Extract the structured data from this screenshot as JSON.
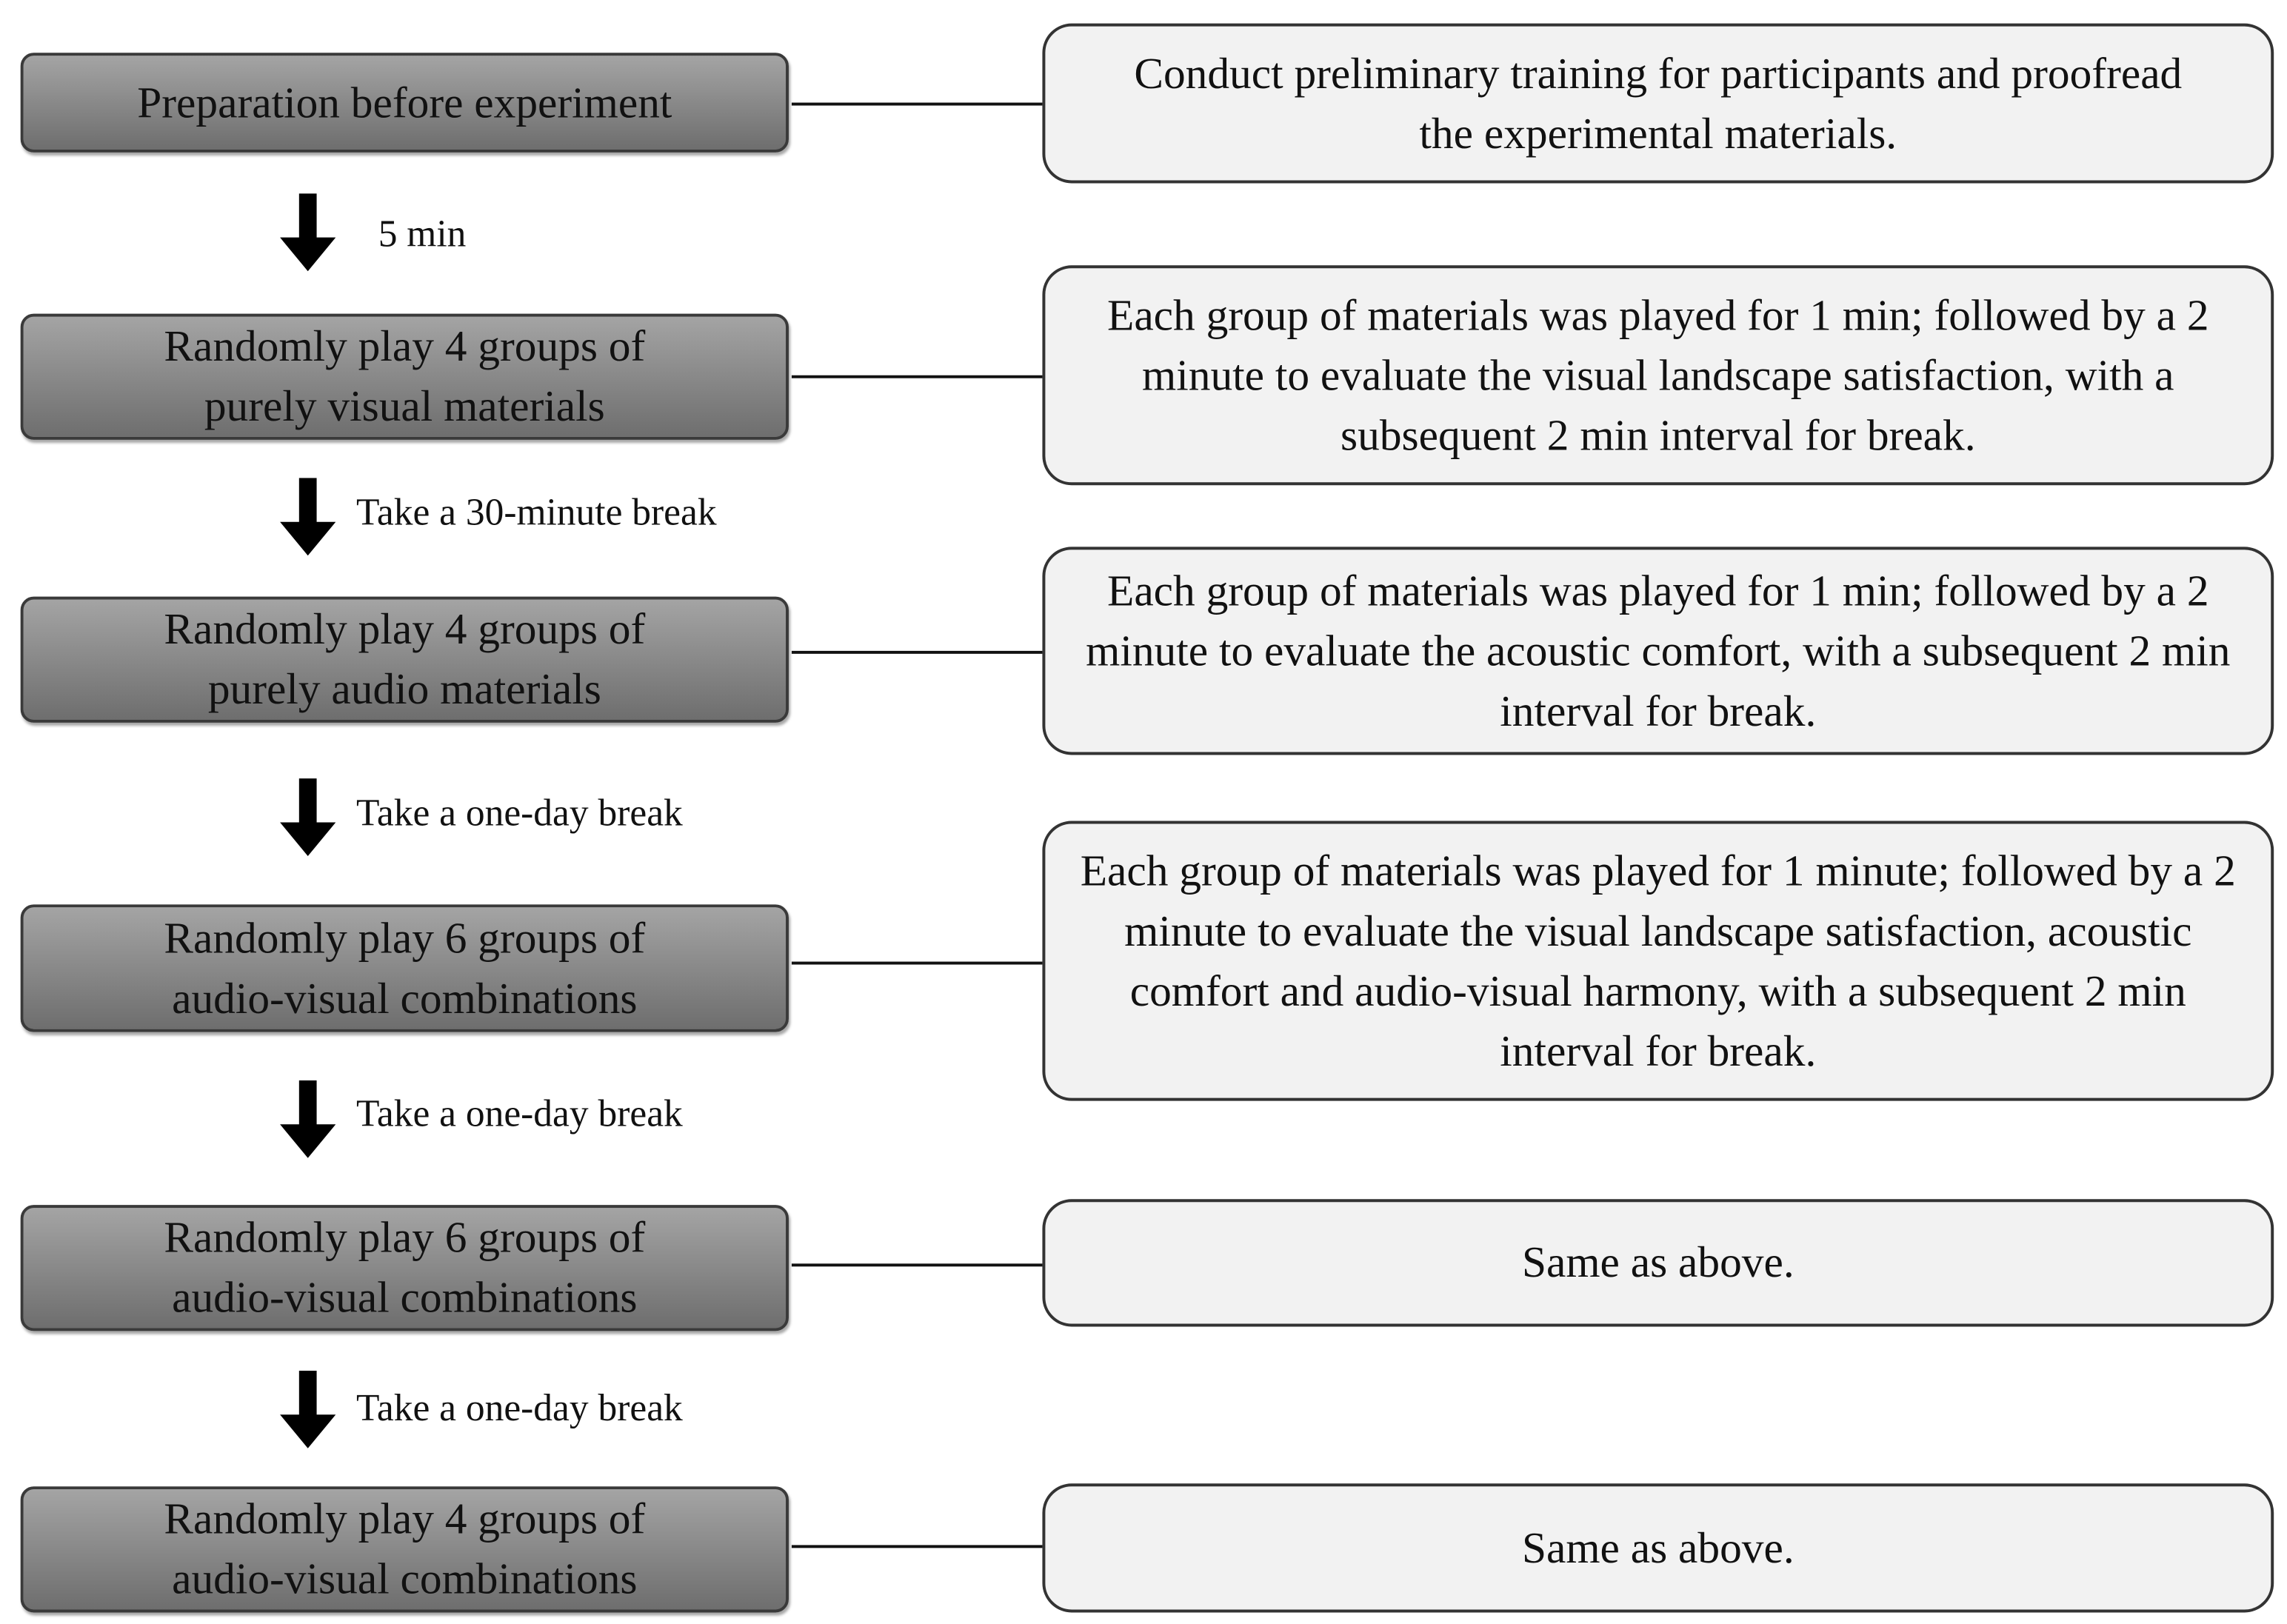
{
  "steps": [
    {
      "label": "Preparation before experiment",
      "detail": "Conduct preliminary training for participants and proofread the experimental materials."
    },
    {
      "label": "Randomly play 4 groups of purely visual materials",
      "detail": "Each group of materials was played for 1 min; followed by a 2 minute to evaluate the visual landscape satisfaction, with a subsequent 2 min interval for break."
    },
    {
      "label": "Randomly play 4 groups of purely audio materials",
      "detail": "Each group of materials was played for 1 min; followed by a 2 minute to evaluate the acoustic comfort, with a subsequent 2 min interval for break."
    },
    {
      "label": "Randomly play 6 groups of audio-visual combinations",
      "detail": "Each group of materials was played for 1 minute; followed by a 2 minute to evaluate the visual landscape satisfaction, acoustic comfort and audio-visual harmony, with a subsequent 2 min interval for break."
    },
    {
      "label": "Randomly play 6 groups of audio-visual combinations",
      "detail": "Same as above."
    },
    {
      "label": "Randomly play 4 groups of audio-visual combinations",
      "detail": "Same as above."
    }
  ],
  "transitions": [
    "5 min",
    "Take a 30-minute break",
    "Take a one-day break",
    "Take a one-day break",
    "Take a one-day break"
  ],
  "colors": {
    "step_fill_top": "#a4a4a4",
    "step_fill_bottom": "#6e6e6e",
    "detail_fill": "#f2f2f2"
  }
}
